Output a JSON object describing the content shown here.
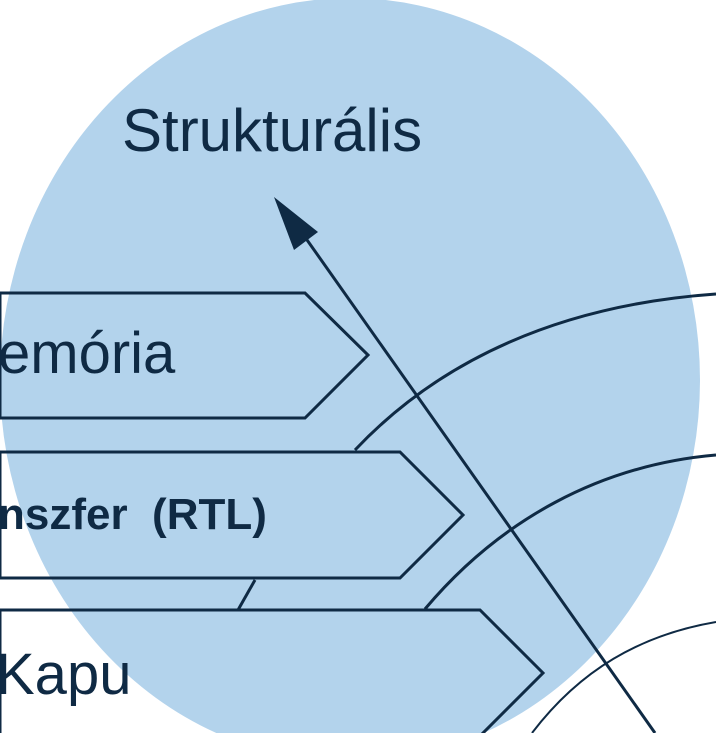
{
  "diagram": {
    "title": "Strukturális",
    "labels": {
      "memory": "emória",
      "rtl": "nszfer  (RTL)",
      "gate": "Kapu"
    },
    "colors": {
      "ellipse_fill": "#b3d3ec",
      "line": "#0f2a44",
      "background": "#ffffff"
    }
  }
}
